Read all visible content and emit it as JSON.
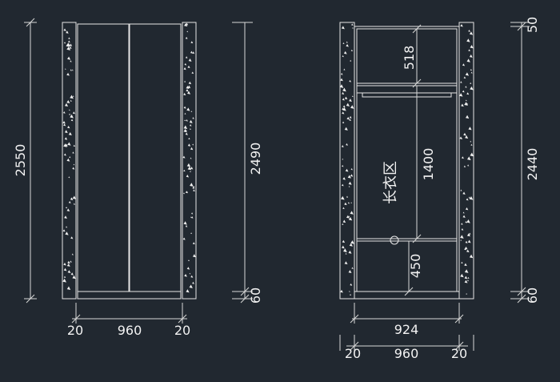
{
  "colors": {
    "background": "#212830",
    "line": "#e6e6e6"
  },
  "left_elevation": {
    "total_height": "2550",
    "inner_height": "2490",
    "base_height": "60",
    "side_left": "20",
    "width": "960",
    "side_right": "20"
  },
  "right_section": {
    "top_gap": "50",
    "inner_height": "2440",
    "base_height": "60",
    "top_shelf": "518",
    "hanging_height": "1400",
    "bottom_space": "450",
    "zone_label": "长衣区",
    "inner_width": "924",
    "side_left": "20",
    "width": "960",
    "side_right": "20"
  }
}
